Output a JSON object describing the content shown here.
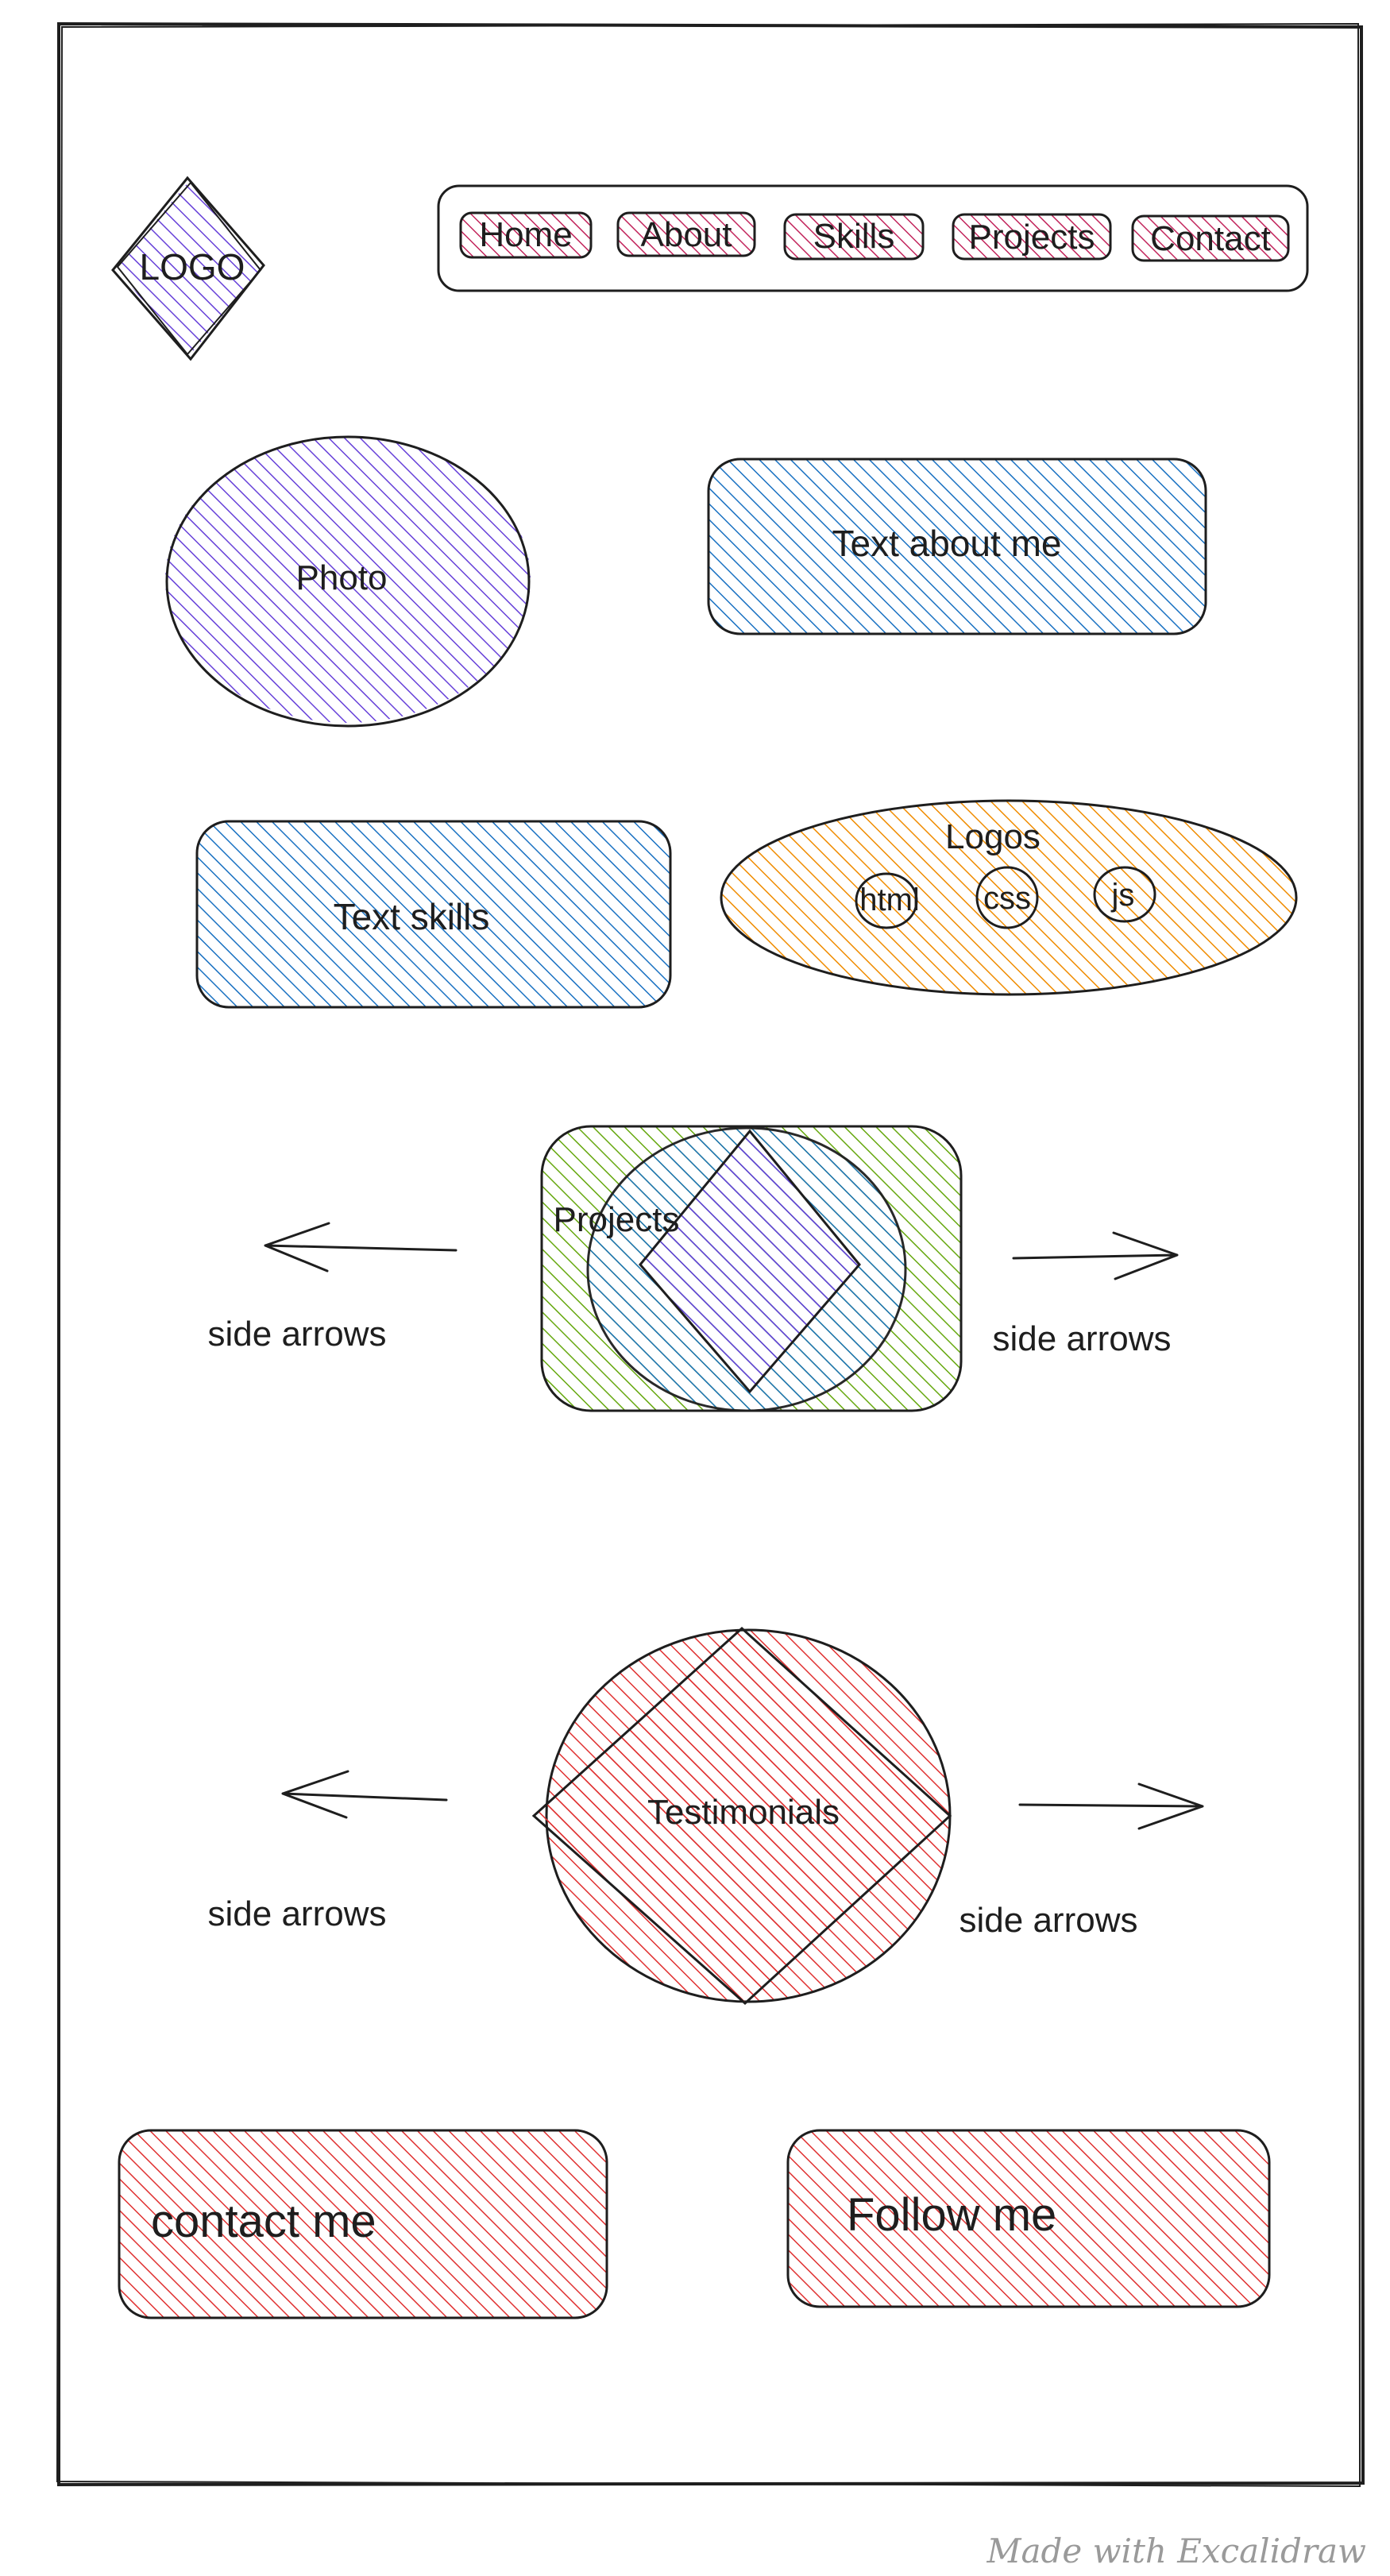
{
  "logo": {
    "label": "LOGO",
    "color": "#6741d9"
  },
  "nav": {
    "items": [
      {
        "label": "Home"
      },
      {
        "label": "About"
      },
      {
        "label": "Skills"
      },
      {
        "label": "Projects"
      },
      {
        "label": "Contact"
      }
    ],
    "color": "#c2255c"
  },
  "about": {
    "photo_label": "Photo",
    "photo_color": "#6741d9",
    "text_label": "Text about me",
    "text_color": "#1971c2"
  },
  "skills": {
    "text_label": "Text skills",
    "text_color": "#1971c2",
    "logos_label": "Logos",
    "logos_color": "#f08c00",
    "logo_items": [
      {
        "label": "html"
      },
      {
        "label": "css"
      },
      {
        "label": "js"
      }
    ]
  },
  "projects": {
    "label": "Projects",
    "box_color": "#66a80f",
    "circle_color": "#1971c2",
    "diamond_color": "#6741d9",
    "left_arrow_label": "side arrows",
    "right_arrow_label": "side arrows"
  },
  "testimonials": {
    "label": "Testimonials",
    "color": "#e03131",
    "left_arrow_label": "side arrows",
    "right_arrow_label": "side arrows"
  },
  "footer": {
    "contact_label": "contact me",
    "follow_label": "Follow me",
    "color": "#e03131"
  },
  "watermark": "Made with Excalidraw"
}
